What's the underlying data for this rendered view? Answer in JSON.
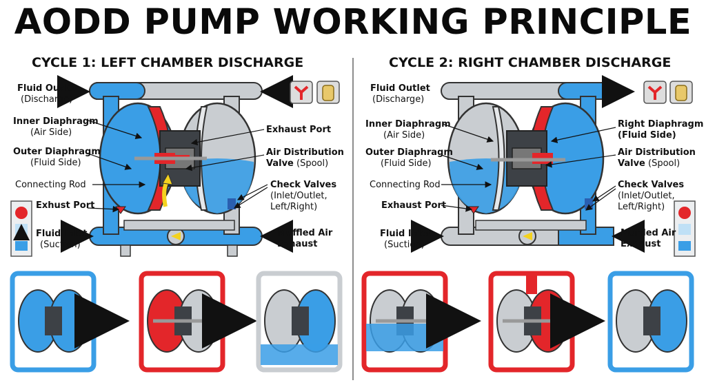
{
  "title": "AODD PUMP WORKING PRINCIPLE",
  "colors": {
    "fluid": "#3a9ee6",
    "air": "#e3262a",
    "pipe": "#c9cdd1",
    "arrow_yellow": "#f4d21e",
    "frame": "#2b2f33"
  },
  "cycle1": {
    "heading": "CYCLE 1: LEFT CHAMBER DISCHARGE",
    "labels": {
      "fluid_outlet": "Fluid Outlet",
      "fluid_outlet_sub": "(Discharge)",
      "inner_diaphragm": "Inner Diaphragm",
      "inner_diaphragm_sub": "(Air Side)",
      "outer_diaphragm": "Outer Diaphragm",
      "outer_diaphragm_sub": "(Fluid Side)",
      "connecting_rod": "Connecting Rod",
      "exhust_port": "Exhust Port",
      "fluid_inlet": "Fluid Inlet",
      "fluid_inlet_sub": "(Suction)",
      "exhaust_port": "Exhaust Port",
      "air_valve_1": "Air Distribution",
      "air_valve_2": "Valve",
      "air_valve_spool": "(Spool)",
      "check_valves": "Check Valves",
      "check_valves_sub1": "(Inlet/Outlet,",
      "check_valves_sub2": "Left/Right)",
      "muffled_1": "Muffled Air",
      "muffled_2": "Exhaust"
    }
  },
  "cycle2": {
    "heading": "CYCLE 2: RIGHT CHAMBER DISCHARGE",
    "labels": {
      "fluid_outlet": "Fluid Outlet",
      "fluid_outlet_sub": "(Discharge)",
      "inner_diaphragm": "Inner Diaphragm",
      "inner_diaphragm_sub": "(Air Side)",
      "outer_diaphragm": "Outer Diaphragm",
      "outer_diaphragm_sub": "(Fluid Side)",
      "connecting_rod": "Connecting Rod",
      "exhaust_port": "Exhaust Port",
      "fluid_inlet": "Fluid Inlet",
      "fluid_inlet_sub": "(Suction)",
      "right_diaphragm": "Right Diaphragm",
      "right_diaphragm_sub": "(Fluid Side)",
      "air_valve_1": "Air Distribution",
      "air_valve_2": "Valve",
      "air_valve_spool": "(Spool)",
      "check_valves": "Check Valves",
      "check_valves_sub1": "(Inlet/Outlet,",
      "check_valves_sub2": "Left/Right)",
      "muffled_1": "Muffled Air",
      "muffled_2": "Exhaust"
    }
  },
  "icons": [
    "valve-icon",
    "muffler-icon",
    "air-signal-icon",
    "fluid-level-icon"
  ]
}
